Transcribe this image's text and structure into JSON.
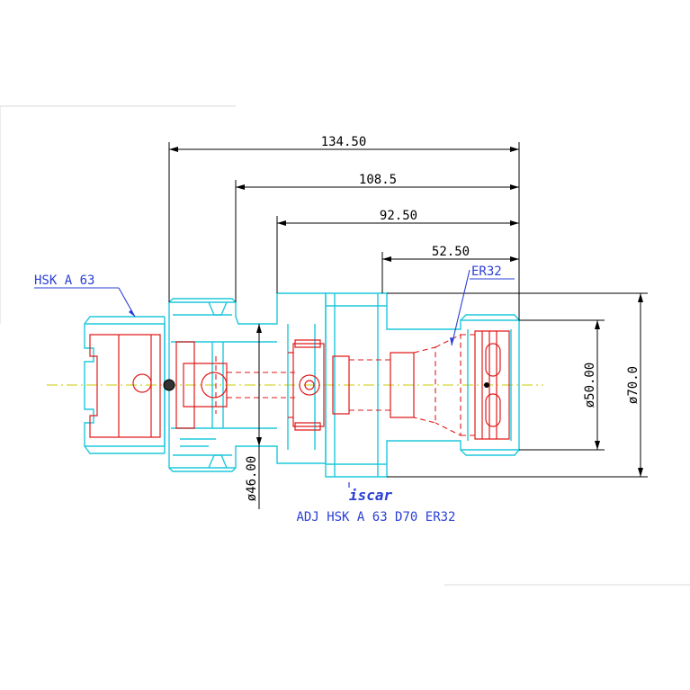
{
  "dimensions": {
    "overall_length": "134.50",
    "gauge_length": "108.5",
    "body_length": "92.50",
    "nose_length": "52.50",
    "diameter_body": "ø70.0",
    "diameter_nose": "ø50.00",
    "diameter_flange": "ø46.00"
  },
  "callouts": {
    "shank": "HSK A 63",
    "collet": "ER32"
  },
  "title_block": {
    "logo_text": "iscar",
    "part_description": "ADJ HSK A 63 D70 ER32"
  },
  "colors": {
    "outline": "#1ec8dc",
    "hidden": "#e01a1a",
    "annotation": "#2a3fd6",
    "dimension": "#000000",
    "centerline": "#c8c800"
  }
}
